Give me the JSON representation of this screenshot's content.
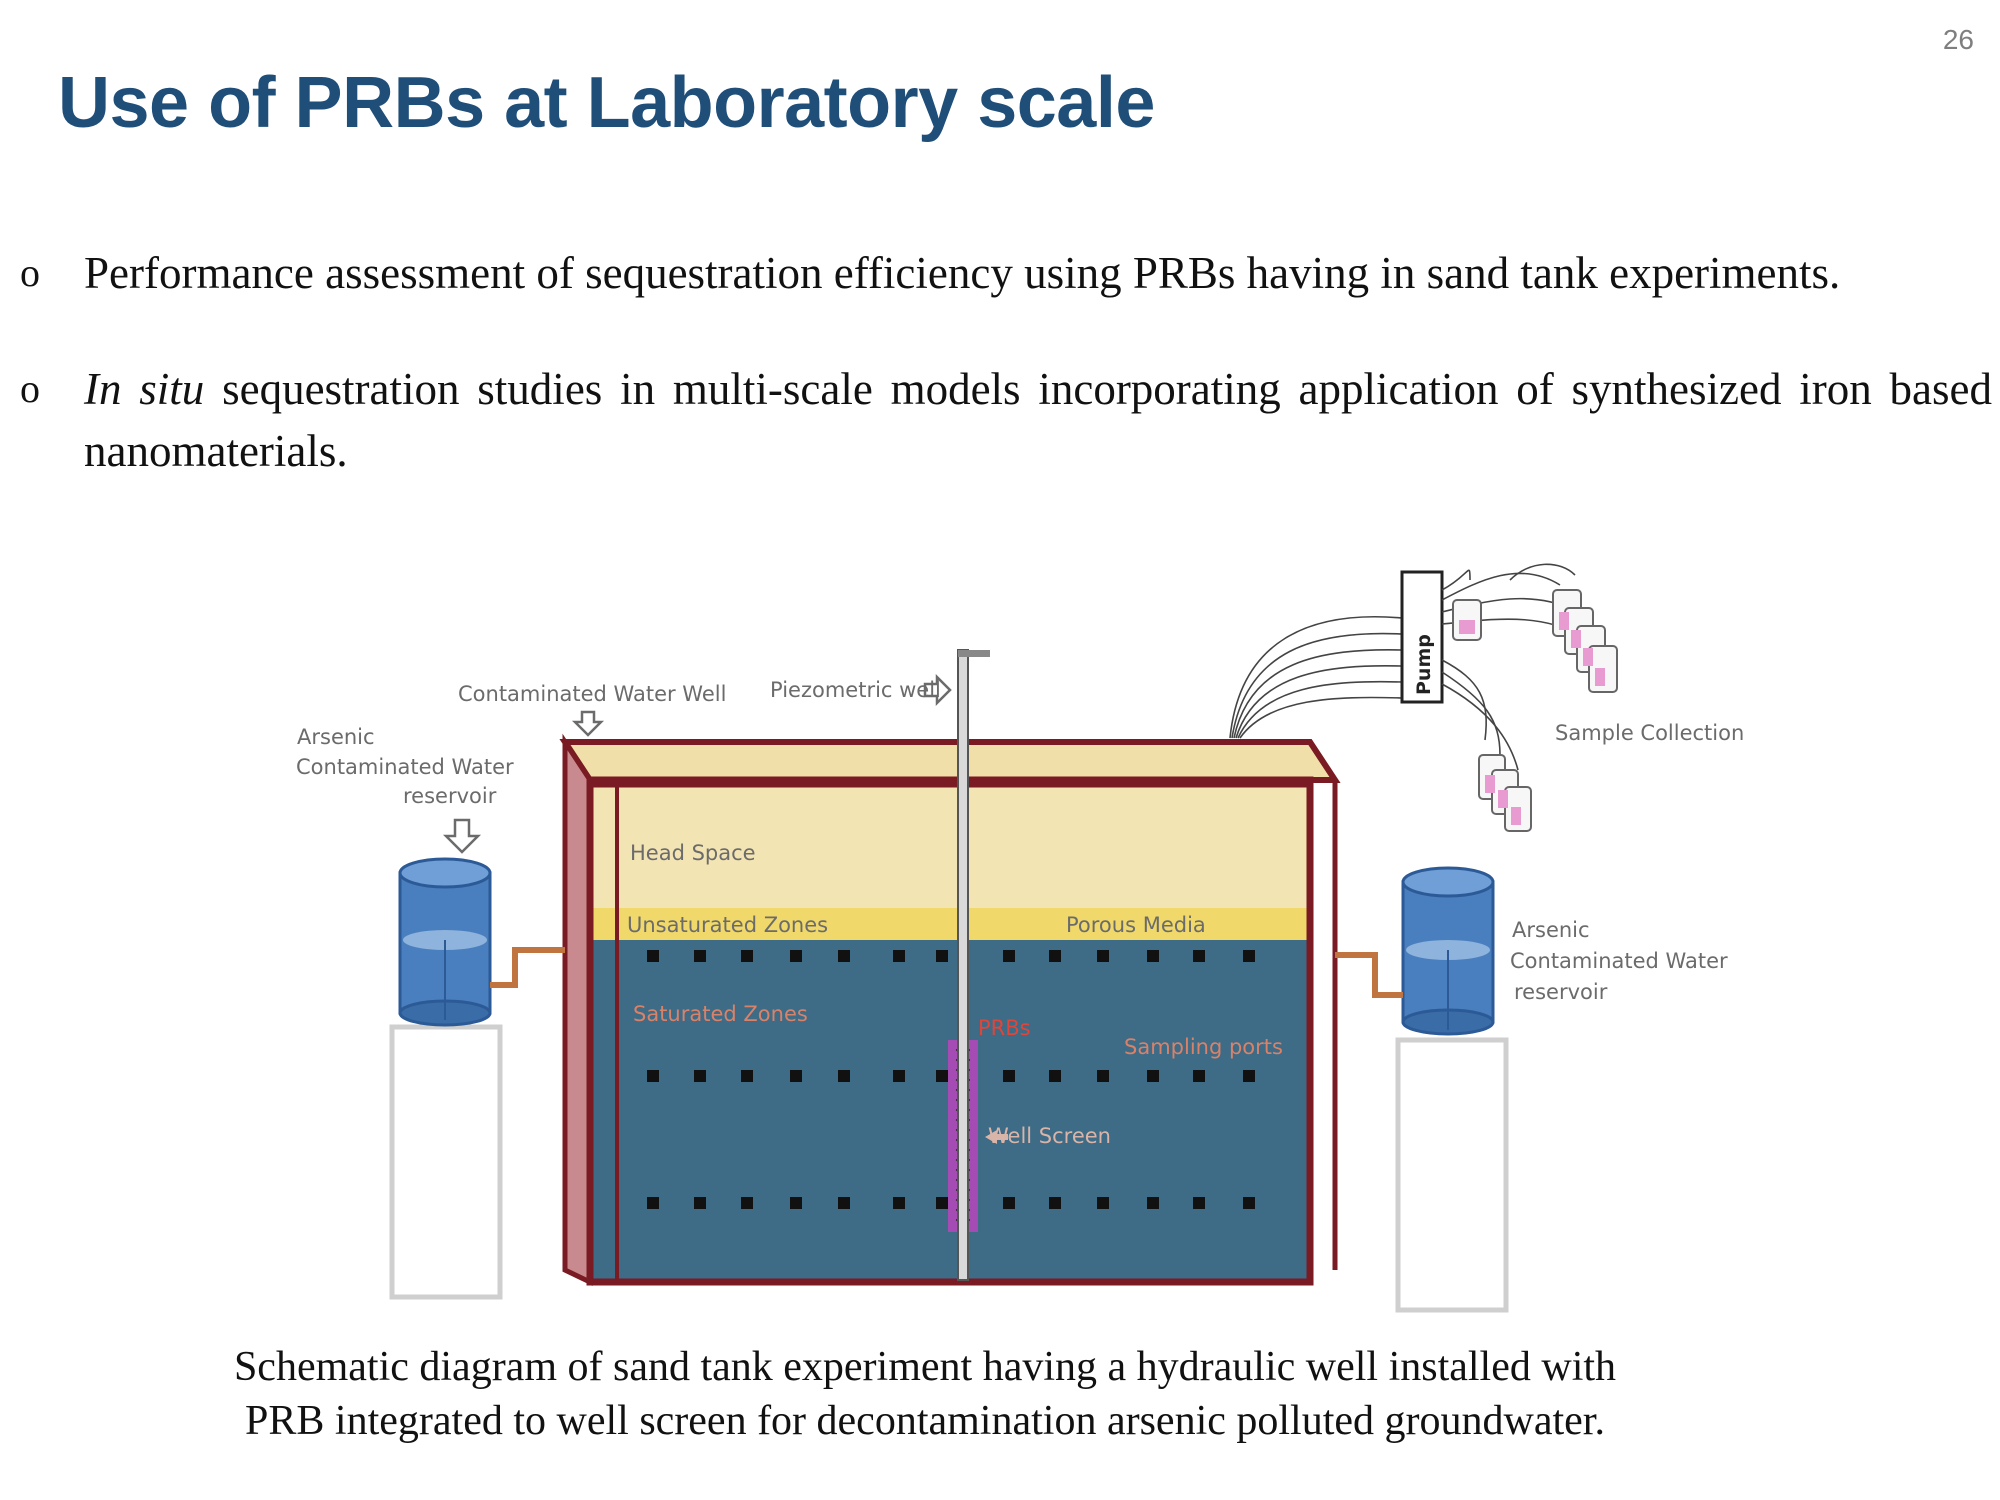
{
  "slide": {
    "page_number": "26",
    "title": "Use of PRBs at Laboratory scale"
  },
  "bullets": [
    {
      "marker": "o",
      "prefix_italic": "",
      "text": "Performance assessment of sequestration efficiency using PRBs having in sand tank experiments."
    },
    {
      "marker": "o",
      "prefix_italic": "In situ",
      "text": " sequestration studies in multi-scale models incorporating application of synthesized iron based nanomaterials."
    }
  ],
  "diagram": {
    "labels": {
      "contaminated_water_well": "Contaminated Water Well",
      "piezometric_well": "Piezometric well",
      "arsenic_left_line1": "Arsenic",
      "arsenic_left_line2": "Contaminated Water",
      "arsenic_left_line3": "reservoir",
      "arsenic_right_line1": "Arsenic",
      "arsenic_right_line2": "Contaminated Water",
      "arsenic_right_line3": "reservoir",
      "head_space": "Head Space",
      "unsaturated_zones": "Unsaturated Zones",
      "porous_media": "Porous Media",
      "saturated_zones": "Saturated Zones",
      "prbs": "PRBs",
      "sampling_ports": "Sampling ports",
      "well_screen": "Well Screen",
      "pump": "Pump",
      "sample_collection": "Sample Collection"
    },
    "colors": {
      "tank_frame": "#7a1a22",
      "head_space": "#f3e4b3",
      "unsaturated": "#f0d96a",
      "saturated": "#3e6b85",
      "reservoir": "#4a7fbf",
      "prb": "#a44cb3",
      "label_red": "#e0453a",
      "label_gray": "#6b6b6b"
    }
  },
  "caption": {
    "line1": "Schematic diagram of sand tank experiment having a hydraulic well installed with",
    "line2": "PRB integrated to well screen for decontamination arsenic polluted groundwater."
  }
}
